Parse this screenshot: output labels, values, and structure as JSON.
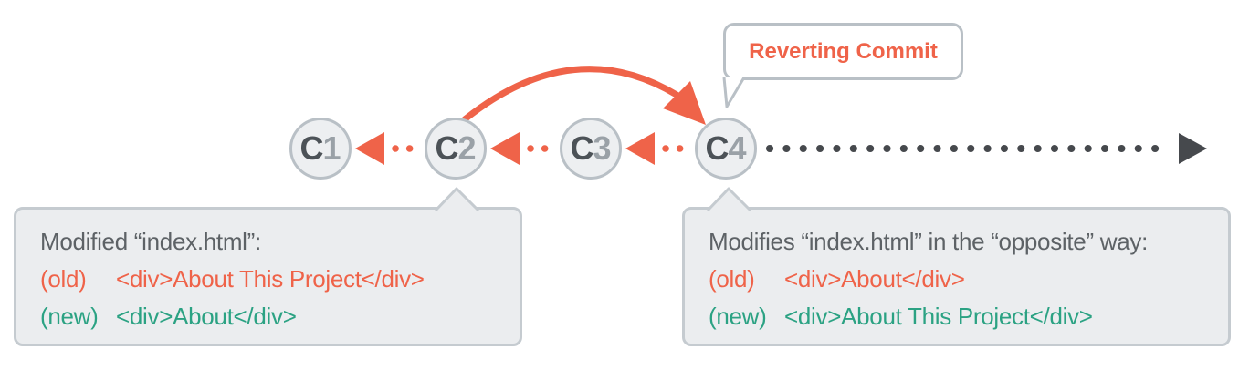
{
  "bubble": {
    "label": "Reverting Commit"
  },
  "commits": [
    {
      "prefix": "C",
      "num": "1"
    },
    {
      "prefix": "C",
      "num": "2"
    },
    {
      "prefix": "C",
      "num": "3"
    },
    {
      "prefix": "C",
      "num": "4"
    }
  ],
  "callouts": {
    "left": {
      "title": "Modified “index.html”:",
      "old_label": "(old)",
      "old_code": "<div>About This Project</div>",
      "new_label": "(new)",
      "new_code": "<div>About</div>"
    },
    "right": {
      "title": "Modifies “index.html” in the “opposite” way:",
      "old_label": "(old)",
      "old_code": "<div>About</div>",
      "new_label": "(new)",
      "new_code": "<div>About This Project</div>"
    }
  },
  "colors": {
    "accent_red": "#ef6349",
    "accent_green": "#2ba283",
    "node_fill": "#edeff1",
    "node_border": "#b9c0c6",
    "node_letter": "#4c5257",
    "node_number": "#9aa1a7",
    "box_fill": "#ebedef",
    "box_border": "#c5cbd0",
    "text_gray": "#5d6266",
    "dark_arrow": "#46494d"
  }
}
